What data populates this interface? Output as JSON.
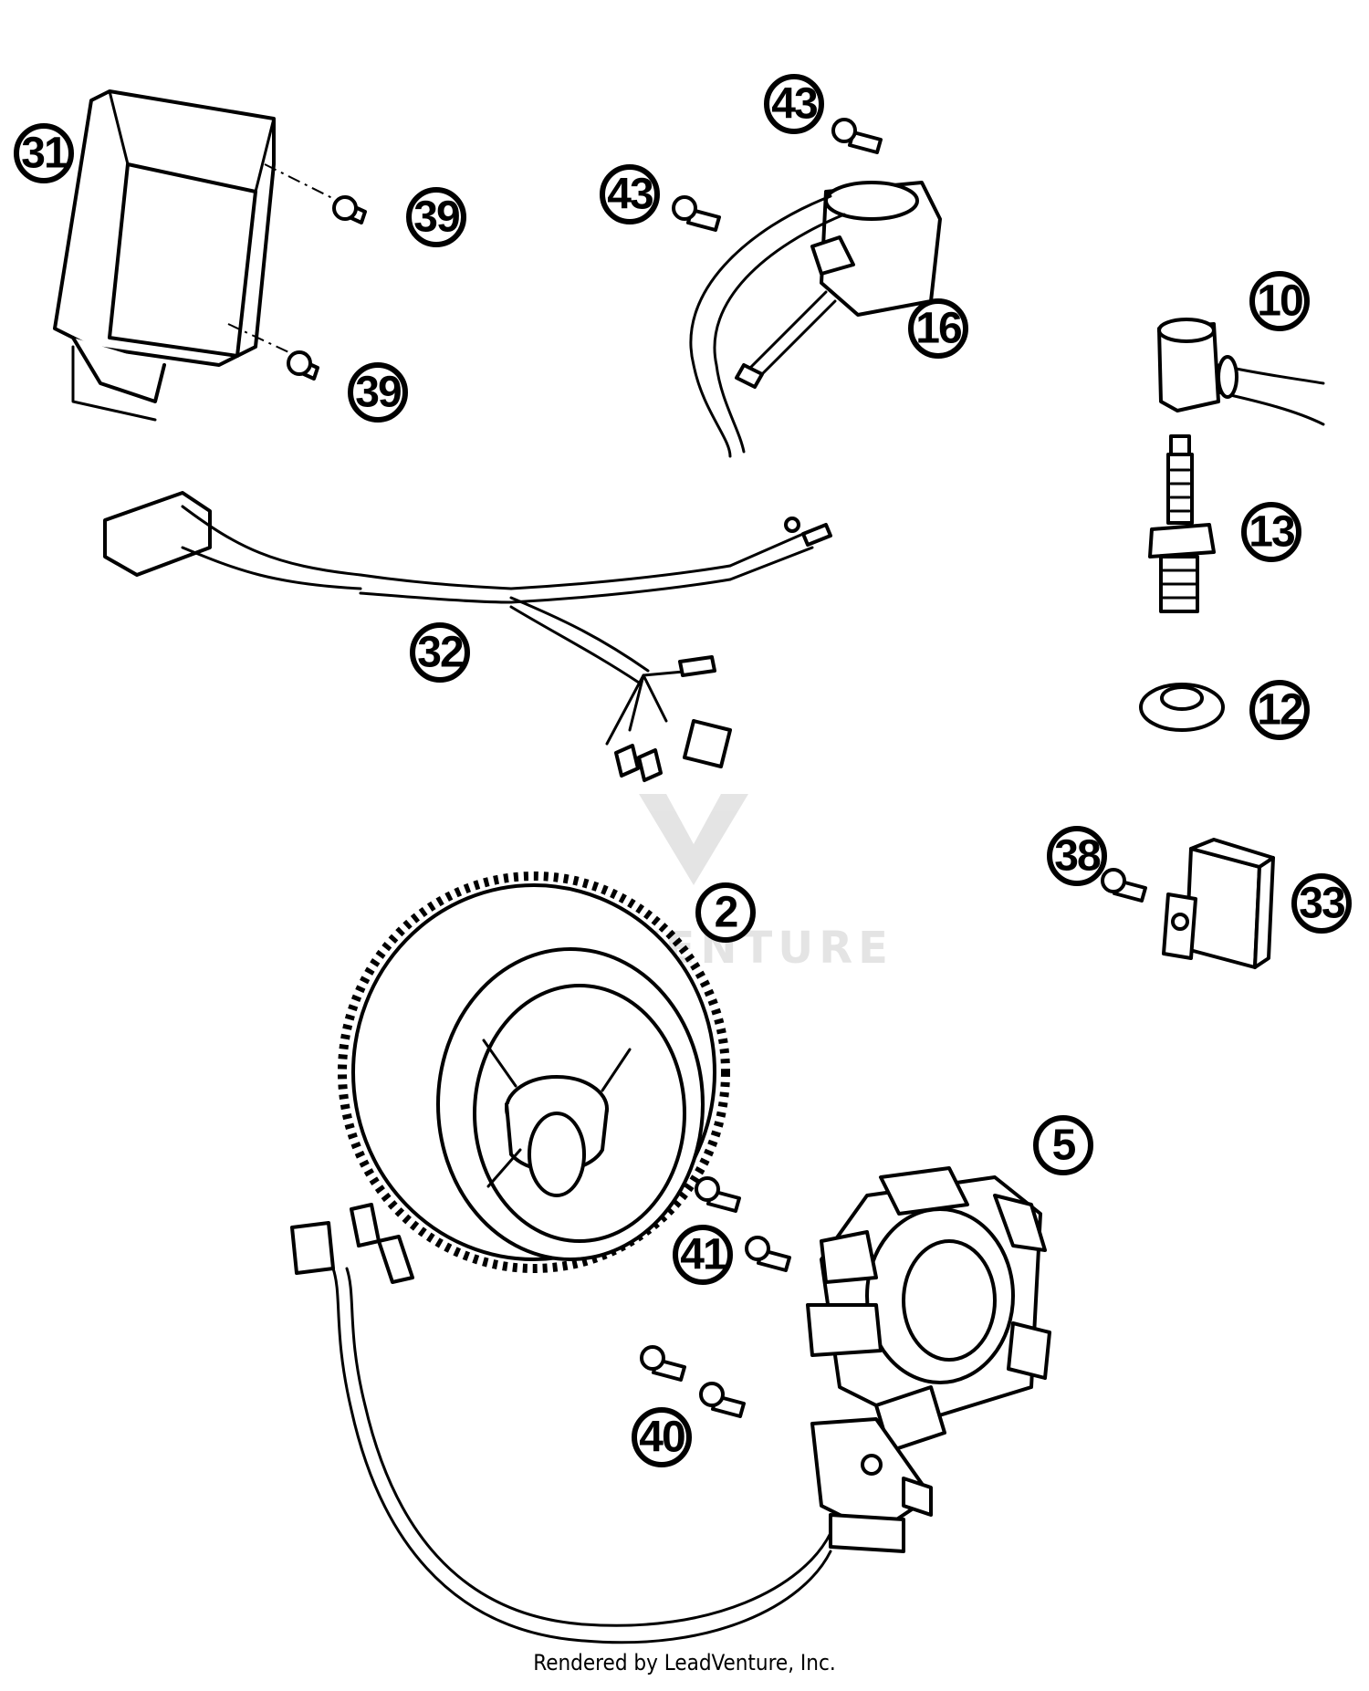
{
  "diagram": {
    "callouts": [
      {
        "id": "31",
        "label": "31"
      },
      {
        "id": "39a",
        "label": "39"
      },
      {
        "id": "39b",
        "label": "39"
      },
      {
        "id": "43a",
        "label": "43"
      },
      {
        "id": "43b",
        "label": "43"
      },
      {
        "id": "16",
        "label": "16"
      },
      {
        "id": "10",
        "label": "10"
      },
      {
        "id": "13",
        "label": "13"
      },
      {
        "id": "12",
        "label": "12"
      },
      {
        "id": "32",
        "label": "32"
      },
      {
        "id": "38",
        "label": "38"
      },
      {
        "id": "33",
        "label": "33"
      },
      {
        "id": "2",
        "label": "2"
      },
      {
        "id": "5",
        "label": "5"
      },
      {
        "id": "41",
        "label": "41"
      },
      {
        "id": "40",
        "label": "40"
      }
    ]
  },
  "watermark": {
    "text": "LEADVENTURE"
  },
  "footer": {
    "text": "Rendered by LeadVenture, Inc."
  }
}
